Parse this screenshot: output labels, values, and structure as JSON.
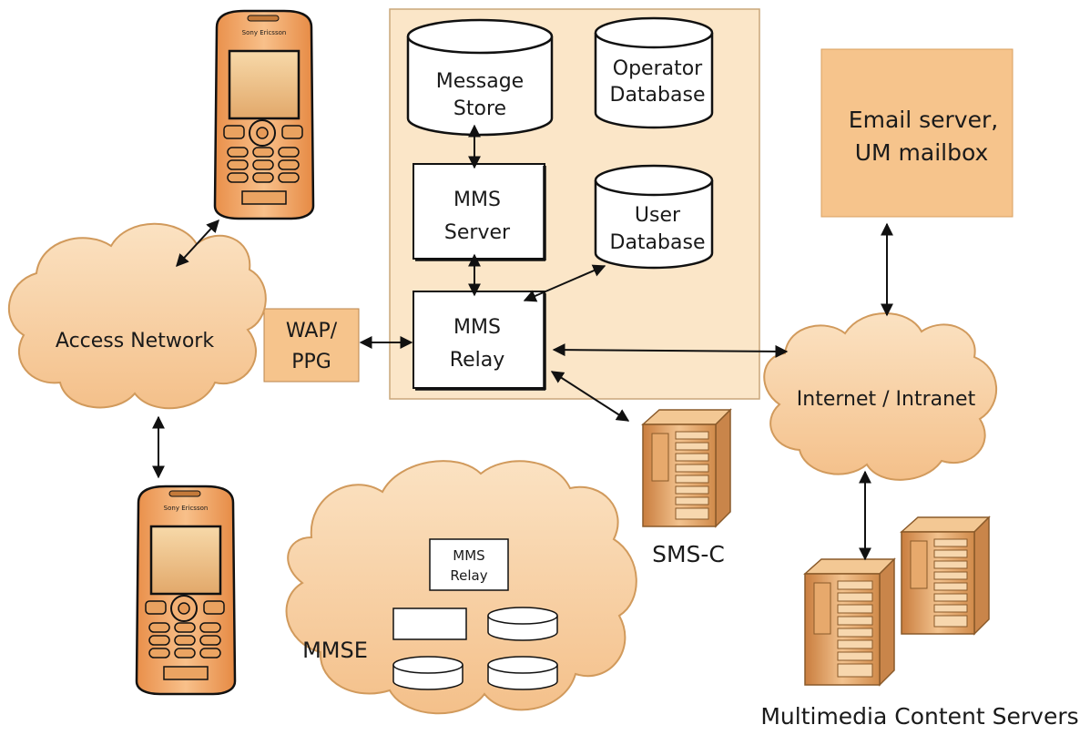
{
  "labels": {
    "message_store": [
      "Message",
      "Store"
    ],
    "operator_database": [
      "Operator",
      "Database"
    ],
    "mms_server": [
      "MMS",
      "Server"
    ],
    "user_database": [
      "User",
      "Database"
    ],
    "mms_relay": [
      "MMS",
      "Relay"
    ],
    "wap_ppg": [
      "WAP/",
      "PPG"
    ],
    "access_network": "Access Network",
    "email_server": [
      "Email server,",
      "UM mailbox"
    ],
    "internet_intranet": "Internet / Intranet",
    "sms_c": "SMS-C",
    "mmse": "MMSE",
    "mmse_relay": [
      "MMS",
      "Relay"
    ],
    "multimedia_content_servers": "Multimedia Content Servers",
    "phone_brand": "Sony Ericsson"
  },
  "colors": {
    "mmse_panel_fill": "#fbe6c8",
    "cloud_fill": "#f8d2a4",
    "cloud_stroke": "#d19a5c",
    "box_fill": "#f6c48c",
    "phone_body": "#f2a866",
    "server_body": "#e8ac70",
    "outline": "#222222"
  },
  "icons": {
    "phone": "mobile-phone-icon",
    "server": "server-tower-icon"
  }
}
